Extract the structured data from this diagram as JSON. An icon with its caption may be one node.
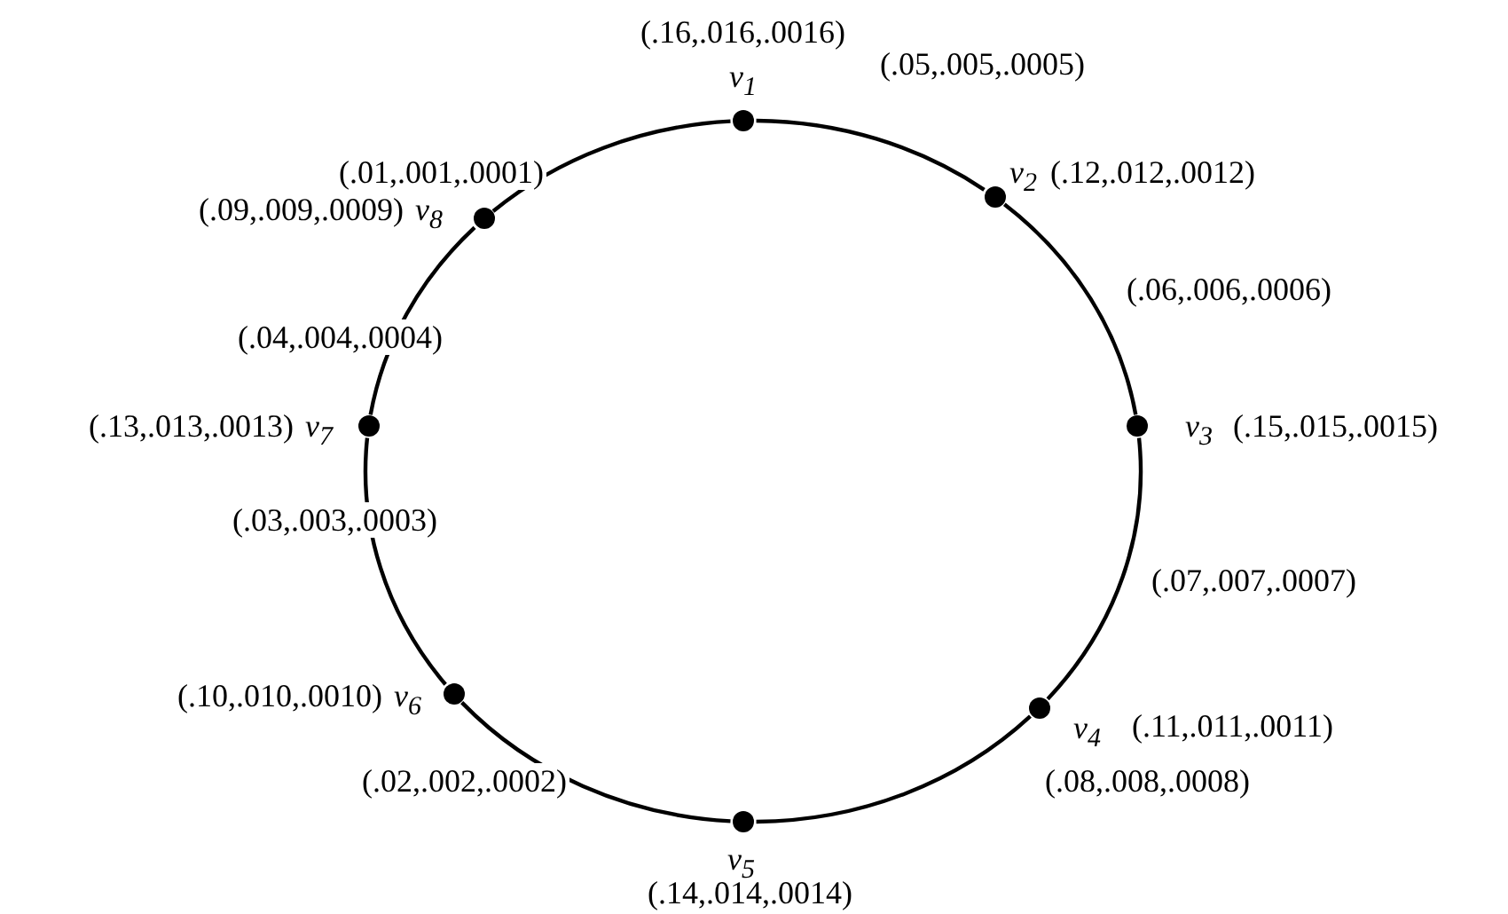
{
  "diagram": {
    "nodes": [
      {
        "text": [
          "v$_{1}$"
        ],
        "beside": [
          "(.16,.016,.0016)"
        ]
      },
      {
        "text": [
          "v$_{2}$"
        ],
        "beside": [
          "(.12,.012,.0012)"
        ]
      },
      {
        "text": [
          "v$_{3}$"
        ],
        "beside": [
          "(.15,.015,.0015)"
        ]
      },
      {
        "text": [
          "v$_{4}$"
        ],
        "beside": [
          "(.11,.011,.0011)"
        ]
      },
      {
        "text": [
          "v$_{5}$"
        ],
        "beside": [
          "(.14,.014,.0014)"
        ]
      },
      {
        "text": [
          "v$_{6}$"
        ],
        "beside": [
          "(.10,.010,.0010)"
        ]
      },
      {
        "text": [
          "v$_{7}$"
        ],
        "beside": [
          "(.13,.013,.0013)"
        ]
      },
      {
        "text": [
          "v$_{8}$"
        ],
        "beside": [
          "(.09,.009,.0009)"
        ]
      }
    ],
    "edges": [
      {
        "from": 0,
        "to": 1,
        "arrow": "none",
        "label": "(.05,.005,.0005)"
      },
      {
        "from": 1,
        "to": 2,
        "arrow": "none",
        "label": "(.06,.006,.0006)"
      },
      {
        "from": 2,
        "to": 3,
        "arrow": "none",
        "label": "(.07,.007,.0007)"
      },
      {
        "from": 3,
        "to": 4,
        "arrow": "none",
        "label": "(.08,.008,.0008)"
      },
      {
        "from": 4,
        "to": 5,
        "arrow": "none",
        "label": "(.02,.002,.0002)"
      },
      {
        "from": 5,
        "to": 6,
        "arrow": "none",
        "label": "(.03,.003,.0003)"
      },
      {
        "from": 6,
        "to": 7,
        "arrow": "none",
        "label": "(.04,.004,.0004)"
      },
      {
        "from": 7,
        "to": 0,
        "arrow": "none",
        "label": "(.01,.001,.0001)"
      }
    ]
  }
}
